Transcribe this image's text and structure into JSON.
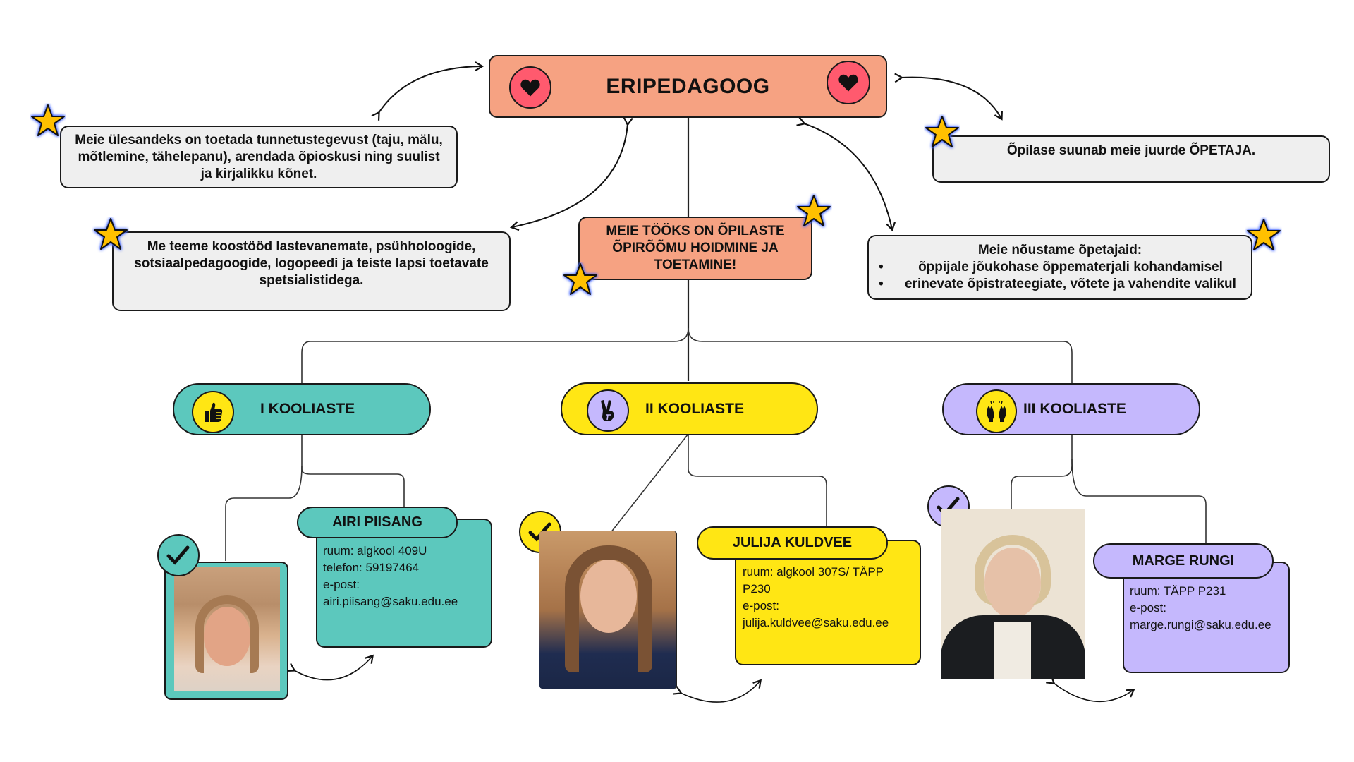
{
  "title": "ERIPEDAGOOG",
  "colors": {
    "salmon": "#f6a282",
    "heart_circle": "#ff5a6e",
    "grey_box": "#efefef",
    "teal": "#5cc8bd",
    "yellow": "#ffe614",
    "lilac": "#c5b8fd",
    "star": "#ffc000",
    "star_glow": "#4a6cff"
  },
  "notes": {
    "tasks": "Meie ülesandeks on toetada tunnetustegevust (taju, mälu, mõtlemine, tähelepanu), arendada õpioskusi ning suulist ja kirjalikku kõnet.",
    "referral": "Õpilase suunab meie juurde ÕPETAJA.",
    "cooperation": "Me teeme koostööd lastevanemate, psühholoogide, sotsiaalpedagoogide, logopeedi ja teiste lapsi toetavate spetsialistidega.",
    "mission": "MEIE TÖÖKS ON ÕPILASTE ÕPIRÕÕMU HOIDMINE JA TOETAMINE!",
    "advice": {
      "heading": "Meie nõustame õpetajaid:",
      "items": [
        "õppijale jõukohase õppematerjali kohandamisel",
        "erinevate õpistrateegiate, võtete ja vahendite valikul"
      ]
    }
  },
  "levels": [
    {
      "label": "I KOOLIASTE",
      "icon": "thumbs-up-icon",
      "person": {
        "name": "AIRI PIISANG",
        "lines": [
          "ruum: algkool 409U",
          "telefon: 59197464",
          "e-post:",
          "airi.piisang@saku.edu.ee"
        ]
      }
    },
    {
      "label": "II KOOLIASTE",
      "icon": "victory-hand-icon",
      "person": {
        "name": "JULIJA KULDVEE",
        "lines": [
          "ruum: algkool 307S/ TÄPP",
          "P230",
          "e-post:",
          "julija.kuldvee@saku.edu.ee"
        ]
      }
    },
    {
      "label": "III KOOLIASTE",
      "icon": "raised-hands-icon",
      "person": {
        "name": "MARGE RUNGI",
        "lines": [
          "ruum: TÄPP P231",
          "e-post:",
          "marge.rungi@saku.edu.ee"
        ]
      }
    }
  ]
}
